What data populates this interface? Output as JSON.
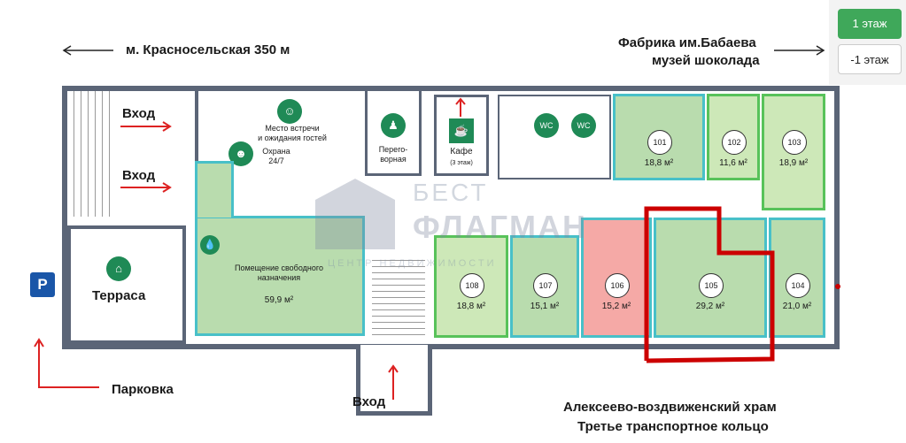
{
  "floor_buttons": {
    "floor1": "1 этаж",
    "floor_minus1": "-1 этаж"
  },
  "top": {
    "metro": "м. Красносельская 350 м",
    "factory_line1": "Фабрика им.Бабаева",
    "factory_line2": "музей шоколада"
  },
  "labels": {
    "entrance1": "Вход",
    "entrance2": "Вход",
    "entrance3": "Вход",
    "terrace": "Терраса",
    "parking": "Парковка",
    "parking_sign": "P",
    "meeting_line1": "Место встречи",
    "meeting_line2": "и ожидания гостей",
    "security_line1": "Охрана",
    "security_line2": "24/7",
    "negotiation_line1": "Перего-",
    "negotiation_line2": "ворная",
    "cafe": "Кафе",
    "cafe_floor": "(3 этаж)",
    "wc": "WC",
    "free_room_line1": "Помещение свободного",
    "free_room_line2": "назначения",
    "free_room_area": "59,9 м²",
    "bottom_line1": "Алексеево-воздвиженский храм",
    "bottom_line2": "Третье транспортное кольцо"
  },
  "watermark": {
    "line1": "БЕСТ",
    "line2": "ФЛАГМАН",
    "line3": "ЦЕНТР НЕДВИЖИМОСТИ"
  },
  "rooms": [
    {
      "num": "101",
      "area": "18,8 м²"
    },
    {
      "num": "102",
      "area": "11,6 м²"
    },
    {
      "num": "103",
      "area": "18,9 м²"
    },
    {
      "num": "104",
      "area": "21,0 м²"
    },
    {
      "num": "105",
      "area": "29,2 м²"
    },
    {
      "num": "106",
      "area": "15,2 м²"
    },
    {
      "num": "107",
      "area": "15,1 м²"
    },
    {
      "num": "108",
      "area": "18,8 м²"
    }
  ],
  "colors": {
    "room_green": "#b9dcae",
    "room_green_light": "#cde8b8",
    "room_red": "#f5a9a6",
    "wall": "#5b6577",
    "accent_green": "#1f8a56",
    "highlight": "#cc0000",
    "parking_blue": "#1a56a8"
  }
}
